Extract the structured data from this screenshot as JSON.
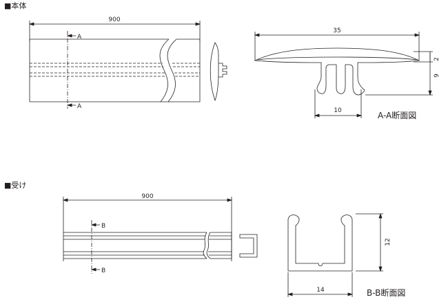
{
  "headings": {
    "main_body": "■本体",
    "receiver": "■受け"
  },
  "main_body": {
    "length_dim": "900",
    "section_marker": "A",
    "width_dim": "35",
    "top_thickness_dim": "2",
    "height_dim": "9",
    "leg_span_dim": "10",
    "section_caption": "A-A断面図"
  },
  "receiver": {
    "length_dim": "900",
    "section_marker": "B",
    "height_dim": "12",
    "width_dim": "14",
    "section_caption": "B-B断面図"
  },
  "colors": {
    "line": "#231f20",
    "background": "#ffffff"
  }
}
